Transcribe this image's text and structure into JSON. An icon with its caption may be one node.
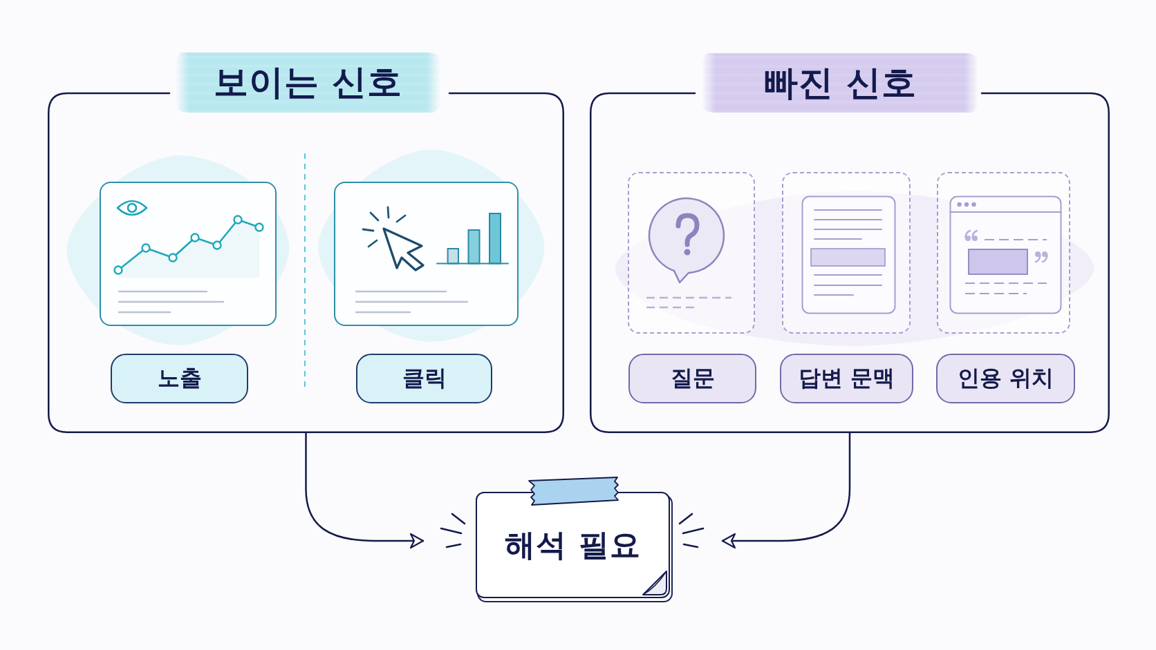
{
  "diagram": {
    "nodes": [
      {
        "text": [
          "보이는 신호"
        ]
      },
      {
        "text": [],
        "shape": "picture",
        "in": 0
      },
      {
        "text": [
          "노출"
        ],
        "in": 0
      },
      {
        "text": [],
        "shape": "picture",
        "in": 0
      },
      {
        "text": [
          "클릭"
        ],
        "in": 0
      },
      {
        "text": [
          "빠진 신호"
        ]
      },
      {
        "text": [],
        "shape": "picture",
        "in": 5
      },
      {
        "text": [
          "질문"
        ],
        "in": 5
      },
      {
        "text": [],
        "shape": "picture",
        "in": 5
      },
      {
        "text": [
          "답변 문맥"
        ],
        "in": 5
      },
      {
        "text": [],
        "shape": "picture",
        "in": 5
      },
      {
        "text": [
          "인용 위치"
        ],
        "in": 5
      },
      {
        "text": [
          "해석 필요"
        ]
      }
    ],
    "edges": [
      {
        "from": 0,
        "to": 12,
        "arrow": "to"
      },
      {
        "from": 5,
        "to": 12,
        "arrow": "to"
      }
    ]
  }
}
